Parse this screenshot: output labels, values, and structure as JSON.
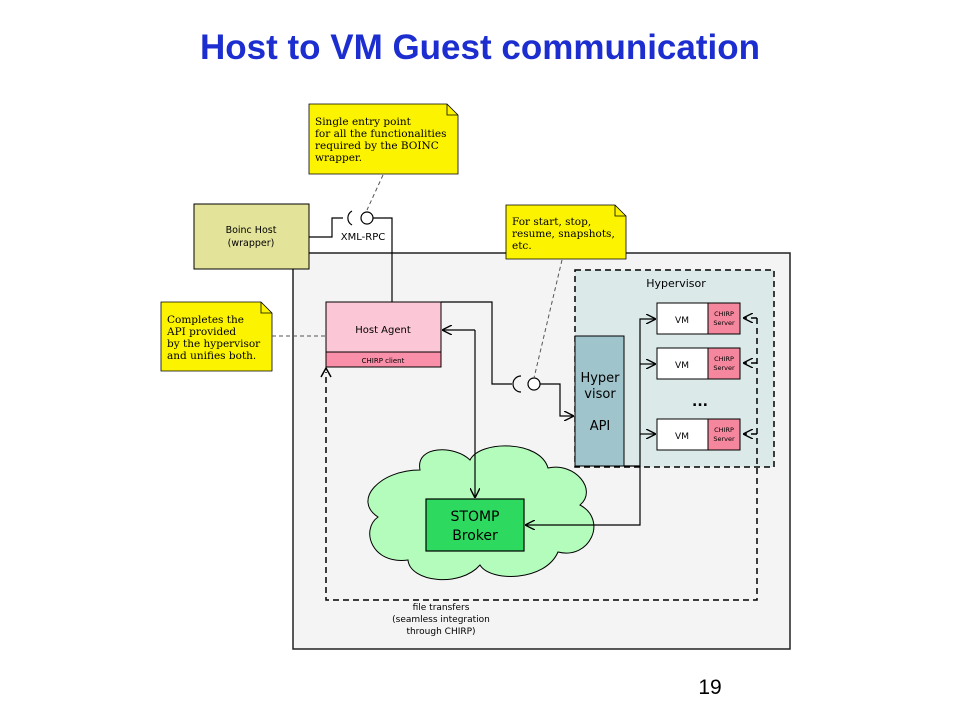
{
  "slide": {
    "title": "Host to VM Guest communication",
    "page_number": "19"
  },
  "notes": {
    "entry_point": [
      "Single entry point",
      "for all the functionalities",
      "required by the BOINC",
      "wrapper."
    ],
    "hypervisor_ops": [
      "For start, stop,",
      "resume, snapshots,",
      "etc."
    ],
    "completes_api": [
      "Completes the",
      "API provided",
      "by the hypervisor",
      "and unifies both."
    ]
  },
  "boinc_host": {
    "line1": "Boinc Host",
    "line2": "(wrapper)"
  },
  "xml_rpc_label": "XML-RPC",
  "host_agent": {
    "label": "Host Agent",
    "client_label": "CHIRP client"
  },
  "hypervisor": {
    "label": "Hypervisor",
    "api_lines": [
      "Hyper",
      "visor",
      "API"
    ],
    "vm_label": "VM",
    "chirp_server_lines": [
      "CHIRP",
      "Server"
    ],
    "ellipsis": "..."
  },
  "stomp": {
    "line1": "STOMP",
    "line2": "Broker"
  },
  "file_transfers": [
    "file transfers",
    "(seamless integration",
    "through CHIRP)"
  ],
  "colors": {
    "title": "#1c2ed0",
    "note": "#fbf300",
    "boinc_host": "#e3e39a",
    "host_agent": "#fbc6d6",
    "chirp_client": "#f98fa8",
    "hypervisor_bg": "#dbe9e9",
    "hypervisor_api": "#9fc4cc",
    "chirp_server": "#f4879e",
    "cloud": "#b4fcbc",
    "stomp": "#2ed95f",
    "system_bg": "#f4f4f4"
  }
}
